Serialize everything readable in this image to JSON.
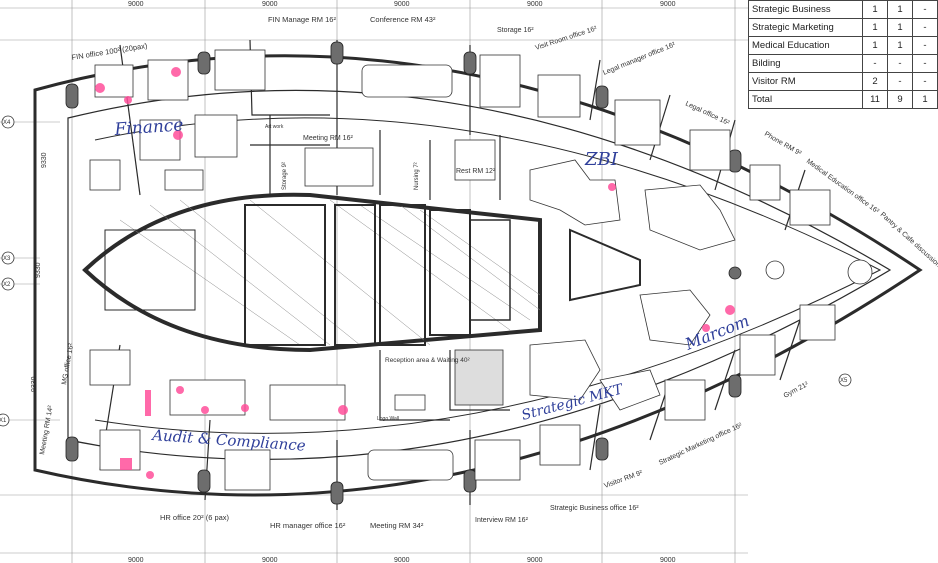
{
  "dimensions": {
    "top": [
      "9000",
      "9000",
      "9000",
      "9000",
      "9000"
    ],
    "bottom": [
      "9000",
      "9000",
      "9000",
      "9000",
      "9000"
    ],
    "left": [
      "9330",
      "9330",
      "9330"
    ]
  },
  "grid_markers": [
    "X4",
    "X3",
    "X2",
    "X1",
    "X5"
  ],
  "rooms": {
    "fin_office": "FIN office 100² (20pax)",
    "fin_manage": "FIN Manage RM 16²",
    "conference": "Conference RM 43²",
    "storage": "Storage 16²",
    "visit_room": "Visit Room office 16²",
    "legal_manager": "Legal manager office 16²",
    "legal_office": "Legal office 16²",
    "phone": "Phone RM 9²",
    "medical_education": "Medical Education office 16²",
    "pantry": "Pantry & Cafe discussion area",
    "meeting_small": "Meeting RM 16²",
    "storage_small": "Storage 9²",
    "nursing": "Nursing 7²",
    "rest": "Rest RM 12²",
    "mg_office": "MG office 16²",
    "meeting_left": "Meeting RM 14²",
    "reception": "Reception area & Waiting 40²",
    "logo": "Logo Wall",
    "hr_office": "HR office 20² (6 pax)",
    "hr_manager": "HR manager office 16²",
    "meeting_bottom": "Meeting RM 34²",
    "interview": "Interview RM 16²",
    "strategic_business": "Strategic Business office 16²",
    "visitor": "Visitor RM 9²",
    "strategic_marketing": "Strategic Marketing office 16²",
    "gym": "Gym 21²",
    "art_work": "Art work"
  },
  "handwritten": {
    "finance": "Finance",
    "zbi": "ZBI",
    "marcom": "Marcom",
    "strategic_mkt": "Strategic MKT",
    "audit": "Audit & Compliance"
  },
  "legend": [
    {
      "name": "Strategic Business",
      "a": "1",
      "b": "1",
      "c": "-"
    },
    {
      "name": "Strategic Marketing",
      "a": "1",
      "b": "1",
      "c": "-"
    },
    {
      "name": "Medical Education",
      "a": "1",
      "b": "1",
      "c": "-"
    },
    {
      "name": "Bilding",
      "a": "-",
      "b": "-",
      "c": "-"
    },
    {
      "name": "Visitor RM",
      "a": "2",
      "b": "-",
      "c": "-"
    },
    {
      "name": "Total",
      "a": "11",
      "b": "9",
      "c": "1"
    }
  ],
  "colors": {
    "ink": "#2f3f9a",
    "highlight": "#ff4f9a",
    "line": "#2b2b2b",
    "column": "#6d6d6d"
  }
}
